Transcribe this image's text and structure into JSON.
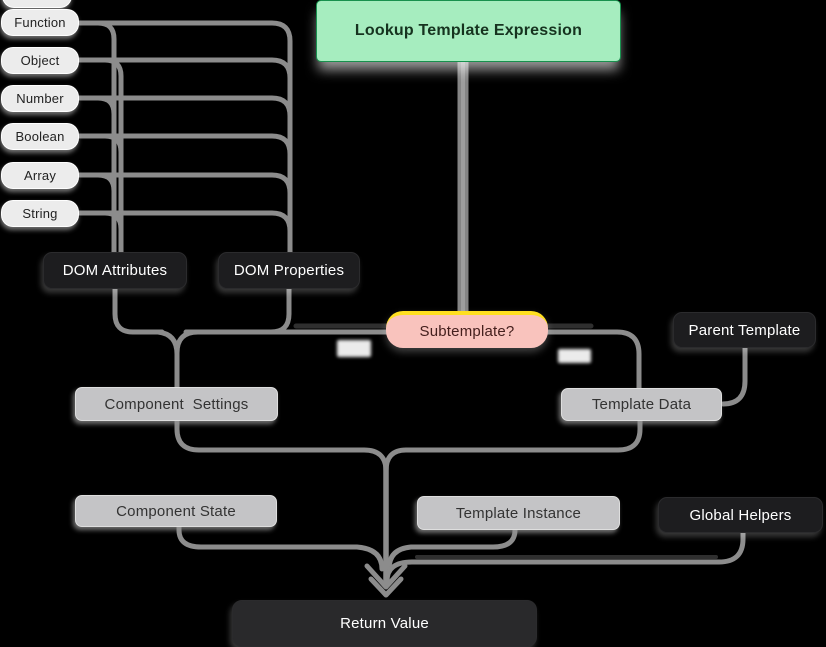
{
  "diagram": {
    "title_node": "Lookup Template Expression",
    "sources": [
      {
        "id": "function",
        "label": "Function"
      },
      {
        "id": "object",
        "label": "Object"
      },
      {
        "id": "number",
        "label": "Number"
      },
      {
        "id": "boolean",
        "label": "Boolean"
      },
      {
        "id": "array",
        "label": "Array"
      },
      {
        "id": "string",
        "label": "String"
      }
    ],
    "nodes": {
      "lookup": {
        "label": "Lookup Template Expression"
      },
      "dom_attributes": {
        "label": "DOM Attributes"
      },
      "dom_properties": {
        "label": "DOM Properties"
      },
      "subtemplate": {
        "label": "Subtemplate?"
      },
      "parent_template": {
        "label": "Parent Template"
      },
      "template_data": {
        "label": "Template Data"
      },
      "component_settings": {
        "label": "Component  Settings"
      },
      "component_state": {
        "label": "Component State"
      },
      "template_instance": {
        "label": "Template Instance"
      },
      "global_helpers": {
        "label": "Global Helpers"
      },
      "return_value": {
        "label": "Return Value"
      }
    },
    "colors": {
      "background": "#000000",
      "line": "#8c8c8c",
      "line_dark": "#2f2f2f",
      "green_fill": "#a6edbf",
      "green_border": "#18914e",
      "green_text": "#16331f",
      "pink_fill": "#f9c3bd",
      "pink_text": "#45201e",
      "yellow": "#ffdf20",
      "dark_fill": "#1d1d1f",
      "dark_text": "#ffffff",
      "gray_fill": "#c4c4c6",
      "gray_text": "#333333",
      "pill_fill": "#ececec",
      "pill_text": "#222222"
    }
  }
}
